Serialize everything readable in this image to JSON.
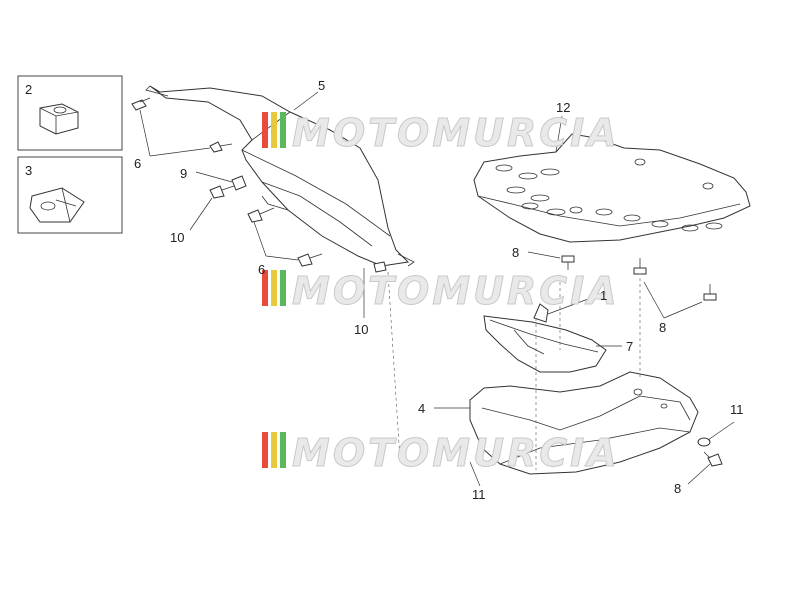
{
  "watermark": {
    "text": "MOTOMURCIA",
    "colors": [
      "#e84a3c",
      "#e8c83c",
      "#5cb85c"
    ]
  },
  "insets": [
    {
      "label": "2"
    },
    {
      "label": "3"
    }
  ],
  "callouts": {
    "c5": "5",
    "c6a": "6",
    "c9": "9",
    "c10a": "10",
    "c6b": "6",
    "c10b": "10",
    "c12": "12",
    "c8a": "8",
    "c8b": "8",
    "c1": "1",
    "c7": "7",
    "c4": "4",
    "c11a": "11",
    "c11b": "11",
    "c8c": "8"
  }
}
